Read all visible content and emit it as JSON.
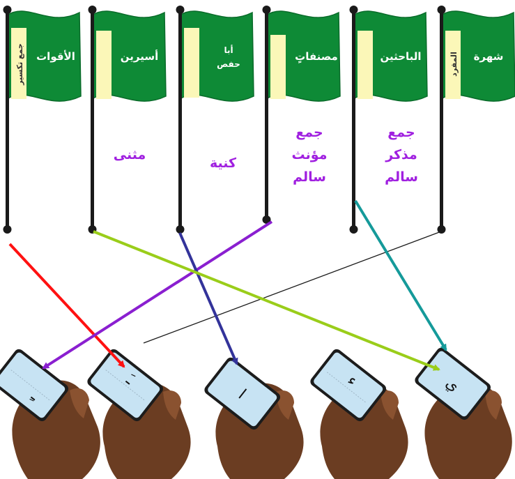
{
  "flags": [
    {
      "word": "شهرة",
      "tab": "المفرد"
    },
    {
      "word": "الباحثين",
      "tab": ""
    },
    {
      "word": "مصنفاتٍ",
      "tab": ""
    },
    {
      "word_line1": "أبا",
      "word_line2": "حفص",
      "tab": ""
    },
    {
      "word": "أسيرين",
      "tab": ""
    },
    {
      "word": "الأقوات",
      "tab": "جمع تكسير"
    }
  ],
  "labels": {
    "masculine_plural": [
      "جمع",
      "مذكر",
      "سالم"
    ],
    "feminine_plural": [
      "جمع",
      "مؤنث",
      "سالم"
    ],
    "kunya": "كنية",
    "dual": "مثنى"
  },
  "cards": [
    {
      "glyph": "ـِ"
    },
    {
      "glyph": "ـَ"
    },
    {
      "glyph": "ا"
    },
    {
      "glyph": "ء"
    },
    {
      "glyph": "ي"
    }
  ],
  "colors": {
    "flag_green": "#0e8a36",
    "flag_dark_green": "#0a6b2a",
    "tab_yellow": "#fbf7b8",
    "pole": "#1a1a1a",
    "label_purple": "#a020e0",
    "card_blue": "#c7e3f3",
    "arrow_red": "#ff1111",
    "arrow_purple": "#8a1fd0",
    "arrow_navy": "#33339a",
    "arrow_lime": "#9acd1a",
    "arrow_teal": "#159a9a"
  }
}
